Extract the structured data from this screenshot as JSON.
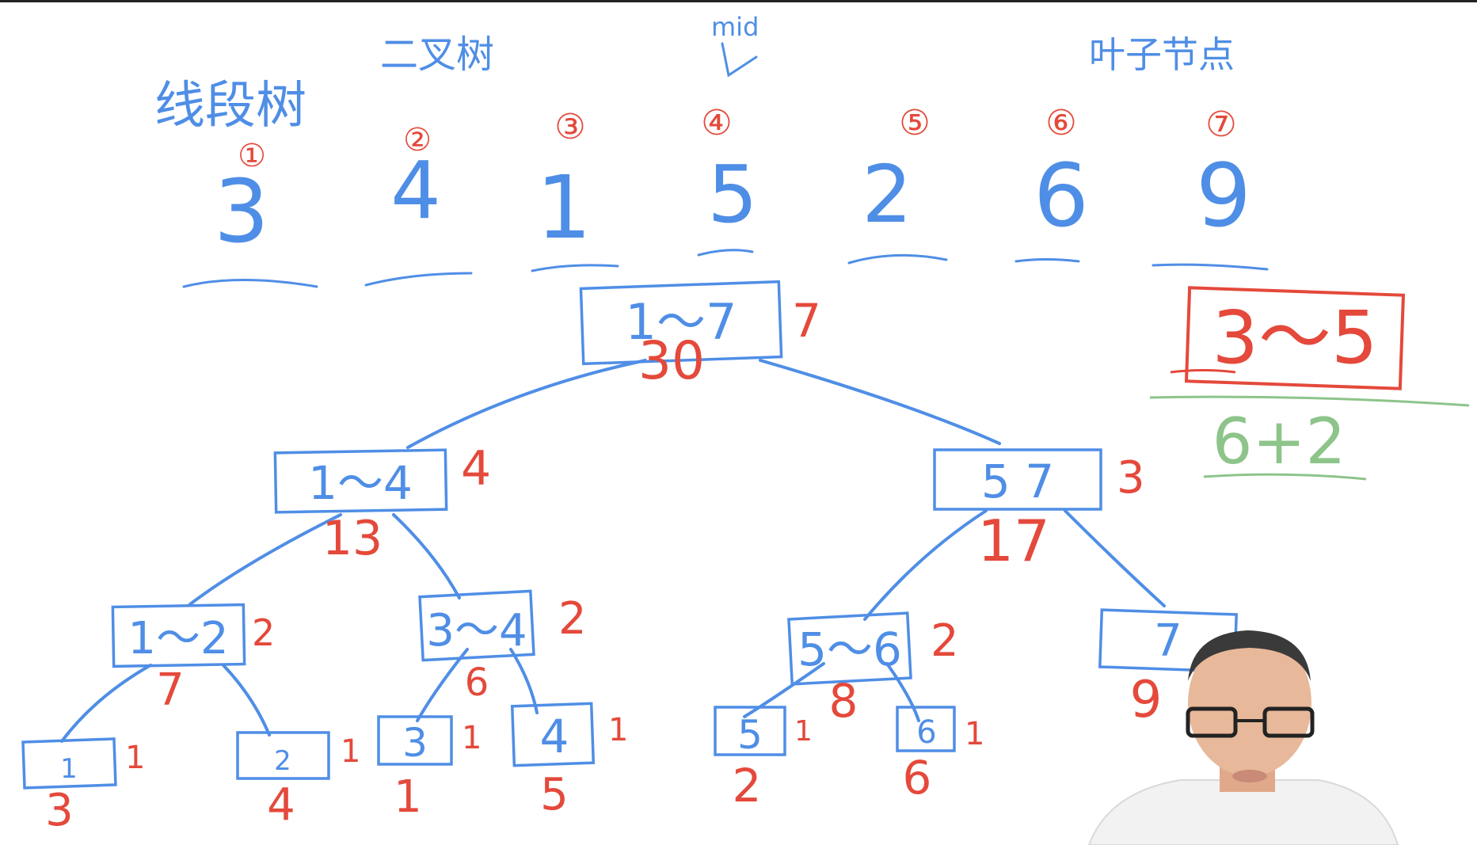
{
  "colors": {
    "blue": "#4f8ee6",
    "red": "#e4493b",
    "green": "#8dc48a",
    "skin": "#e8b89a",
    "shirt": "#f2f2f2"
  },
  "titles": {
    "segment_tree": "线段树",
    "binary_tree": "二叉树",
    "mid": "mid",
    "leaf_node": "叶子节点"
  },
  "array": {
    "indices": [
      "①",
      "②",
      "③",
      "④",
      "⑤",
      "⑥",
      "⑦"
    ],
    "values": [
      "3",
      "4",
      "1",
      "5",
      "2",
      "6",
      "9"
    ]
  },
  "query": {
    "range": "3～5",
    "result": "6+2"
  },
  "tree": {
    "nodes": {
      "root": {
        "range": "1～7",
        "len": "7",
        "sum": "30"
      },
      "l": {
        "range": "1～4",
        "len": "4",
        "sum": "13"
      },
      "r": {
        "range": "5   7",
        "len": "3",
        "sum": "17"
      },
      "ll": {
        "range": "1～2",
        "len": "2",
        "sum": "7"
      },
      "lr": {
        "range": "3～4",
        "len": "2",
        "sum": "6"
      },
      "rl": {
        "range": "5～6",
        "len": "2",
        "sum": "8"
      },
      "rr": {
        "range": "7",
        "len": "",
        "sum": "9"
      },
      "n1": {
        "range": "1",
        "len": "1",
        "sum": "3"
      },
      "n2": {
        "range": "2",
        "len": "1",
        "sum": "4"
      },
      "n3": {
        "range": "3",
        "len": "1",
        "sum": "1"
      },
      "n4": {
        "range": "4",
        "len": "1",
        "sum": "5"
      },
      "n5": {
        "range": "5",
        "len": "1",
        "sum": "2"
      },
      "n6": {
        "range": "6",
        "len": "1",
        "sum": "6"
      }
    }
  }
}
